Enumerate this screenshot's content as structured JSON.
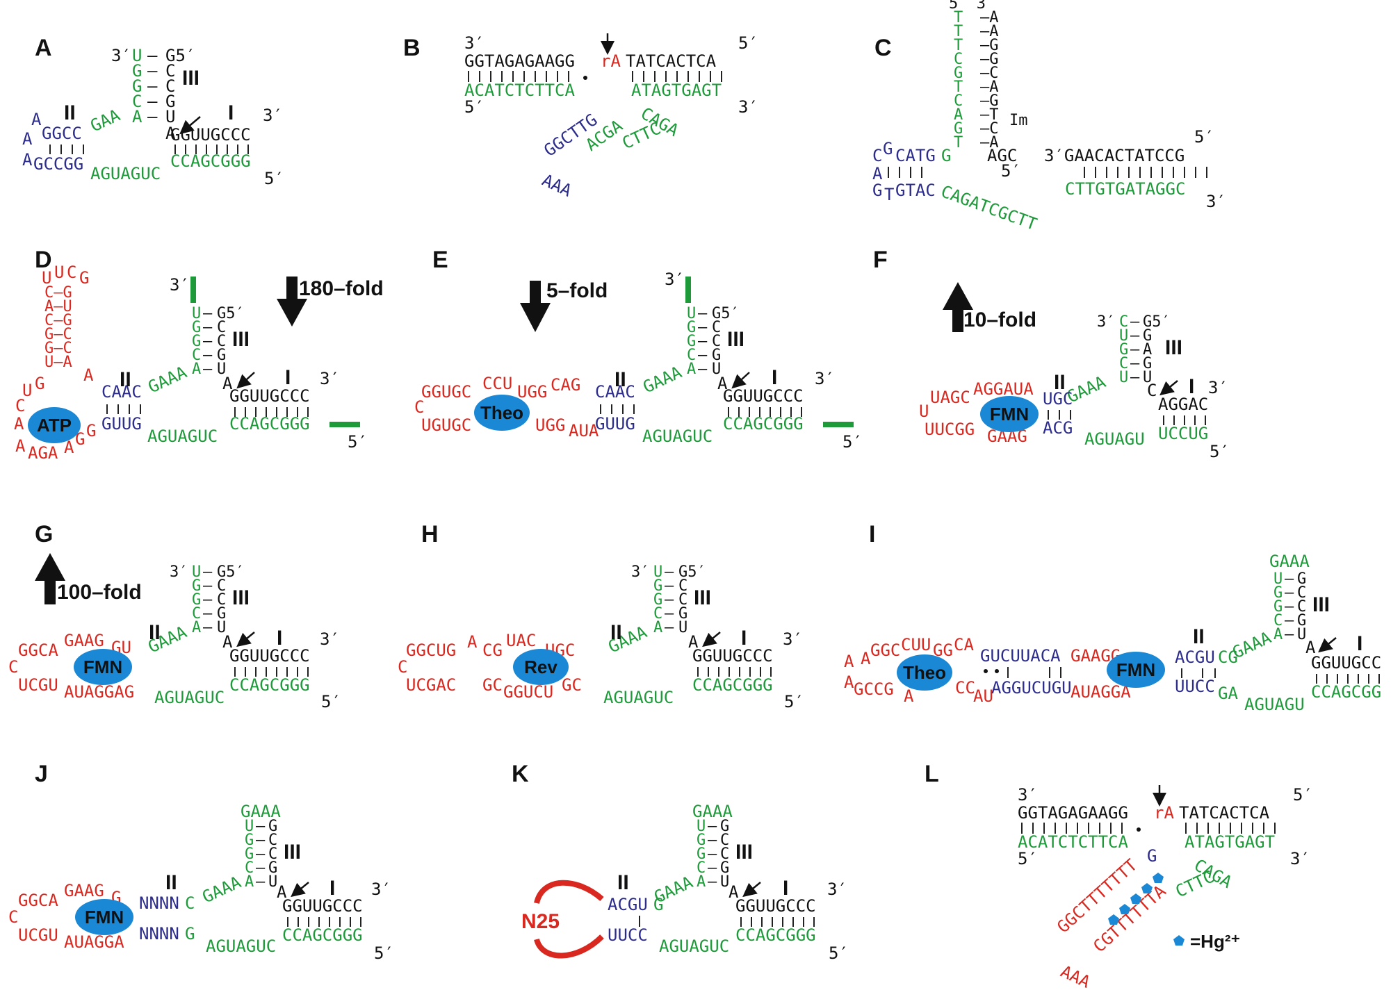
{
  "panels": {
    "A": {
      "label": "A",
      "stems": [
        "I",
        "II",
        "III"
      ],
      "stem3_left": [
        "U",
        "G",
        "G",
        "C",
        "A"
      ],
      "stem3_right": [
        "G",
        "C",
        "C",
        "G",
        "U"
      ],
      "top": "3′U–G5′",
      "loop": "GAA",
      "cleave": "A",
      "stem1_top": "GGUUGCCC",
      "stem1_bot": "CCAGCGGG",
      "stem2_top": "AGGCC",
      "stem2_bot": "AGCCGG",
      "bottom_loop": "AGUAGUC",
      "end3": "3′",
      "end5": "5′"
    },
    "B": {
      "label": "B",
      "top": "GGTAGAGAAGG",
      "rA": "rA",
      "top2": "TATCACTCA",
      "left": "ACATCTCTTCA",
      "right": "ATAGTGAGT",
      "loop1": "CAGA",
      "loop2": "CTTC",
      "arm": "GGCTTGACGA",
      "aaa": "AAA",
      "end3": "3′",
      "end5": "5′"
    },
    "C": {
      "label": "C",
      "vertical_top": "5′ 3′",
      "im": "Im",
      "right_top": "3′GAACACTATCCG",
      "right_bot": "CTTGTGATAGGC",
      "left_top": "CGCATGG",
      "left_bot": "GTGTACCAGATCGCTT",
      "agc": "AGC",
      "end3": "3′",
      "end5": "5′"
    },
    "D": {
      "label": "D",
      "fold": "180–fold",
      "ligand": "ATP",
      "loop": "UUCG",
      "cc": "CAAC",
      "gg": "GUUG"
    },
    "E": {
      "label": "E",
      "fold": "5–fold",
      "ligand": "Theo",
      "cc": "CAAC",
      "gg": "GUUG"
    },
    "F": {
      "label": "F",
      "fold": "10–fold",
      "ligand": "FMN",
      "top": "AGGAC",
      "bot": "UCCUG",
      "ugc": "UGC",
      "acg": "ACG"
    },
    "G": {
      "label": "G",
      "fold": "100–fold",
      "ligand": "FMN"
    },
    "H": {
      "label": "H",
      "ligand": "Rev"
    },
    "I": {
      "label": "I",
      "ligand1": "Theo",
      "ligand2": "FMN",
      "mid_top": "GUCUUACA",
      "mid_bot": "AGGUCUGU",
      "acgu": "ACGU",
      "uucc": "UUCC"
    },
    "J": {
      "label": "J",
      "ligand": "FMN",
      "nnnn_top": "NNNN",
      "nnnn_bot": "NNNN"
    },
    "K": {
      "label": "K",
      "n25": "N25",
      "acgu": "ACGU",
      "uucc": "UUCC"
    },
    "L": {
      "label": "L",
      "hg": "=Hg²⁺",
      "top": "GGTAGAGAAGG",
      "rA": "rA",
      "top2": "TATCACTCA",
      "left": "ACATCTCTTCA",
      "right": "ATAGTGAGT"
    }
  },
  "common": {
    "stem1_top": "GGUUGCCC",
    "stem1_bot": "CCAGCGGG",
    "junction": "AGUAGUC",
    "stem_I": "I",
    "stem_II": "II",
    "stem_III": "III",
    "p3": "3′",
    "p5": "5′"
  },
  "colors": {
    "black": "#111111",
    "green": "#1e9a3a",
    "blue": "#2c2c8c",
    "red": "#d8281f",
    "ligand": "#1a88d4"
  }
}
